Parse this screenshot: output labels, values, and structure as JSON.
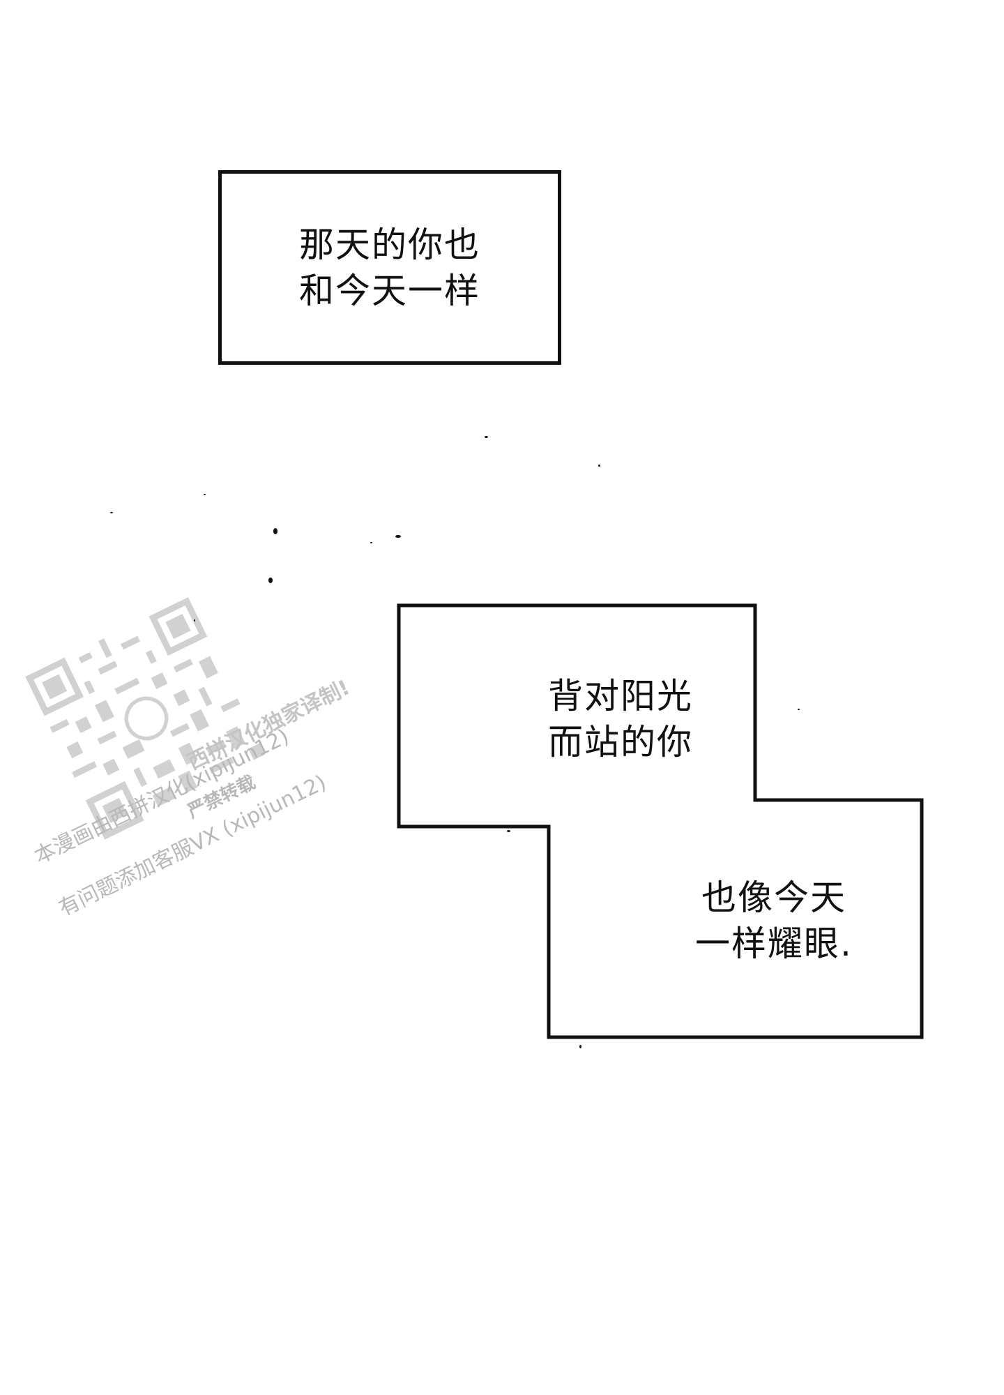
{
  "captions": {
    "box1": {
      "line1": "那天的你也",
      "line2": "和今天一样"
    },
    "box2": {
      "top_line1": "背对阳光",
      "top_line2": "而站的你",
      "bottom_line1": "也像今天",
      "bottom_line2": "一样耀眼."
    }
  },
  "watermark": {
    "line1": "西拼汉化独家译制!",
    "line2": "严禁转载",
    "line3": "本漫画由西拼汉化(xipijun12)",
    "line4": "有问题添加客服VX (xipijun12)"
  },
  "colors": {
    "ink": "#111111",
    "background": "#ffffff",
    "watermark": "#b8b8b8"
  }
}
